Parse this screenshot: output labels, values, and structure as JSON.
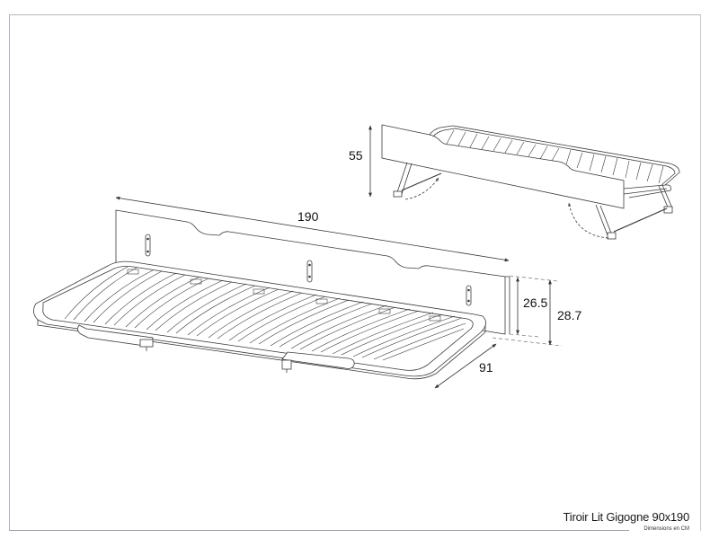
{
  "title_block": {
    "product_title": "Tiroir Lit Gigogne 90x190",
    "units_note": "Dimensions en CM"
  },
  "dimensions": {
    "length": "190",
    "width": "91",
    "drawer_height": "26.5",
    "total_height": "28.7",
    "raised_height": "55"
  },
  "colors": {
    "line": "#3a3a3a",
    "frame": "#a8a8b0",
    "text": "#111111",
    "background": "#ffffff"
  },
  "views": {
    "main_view": "trundle-drawer-lowered",
    "secondary_view": "trundle-drawer-raised-legs-unfolded"
  }
}
